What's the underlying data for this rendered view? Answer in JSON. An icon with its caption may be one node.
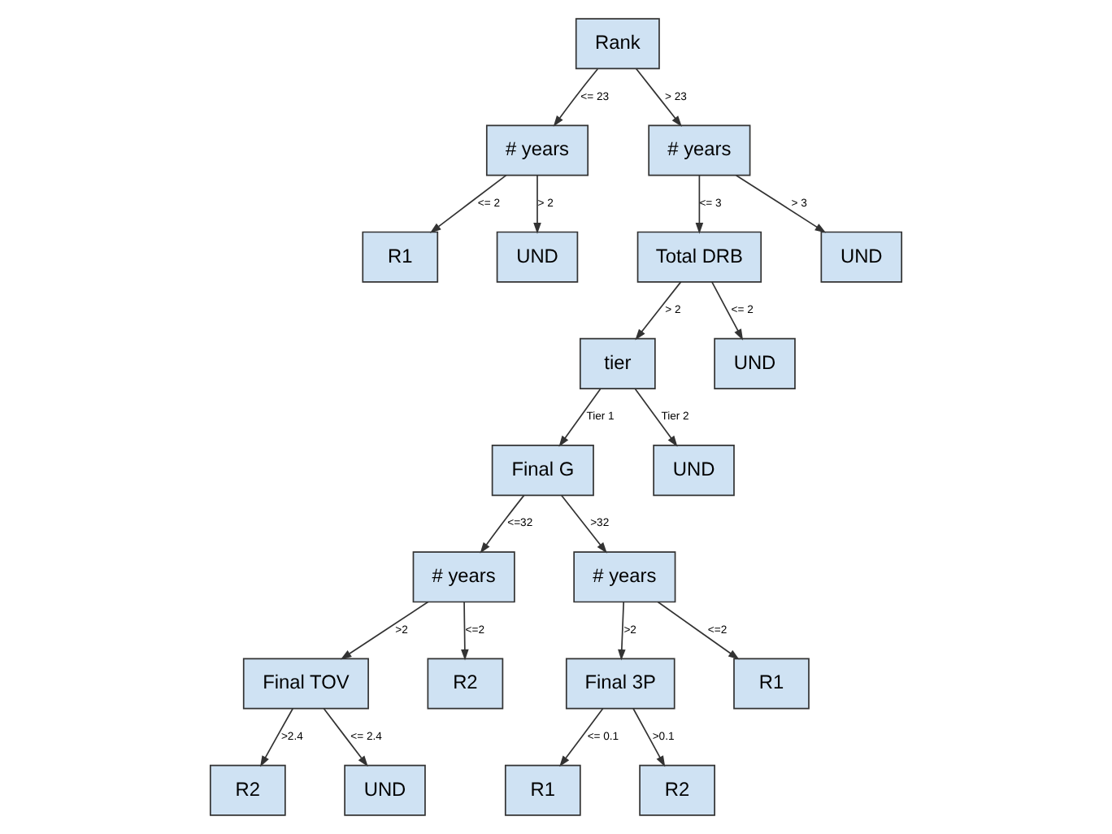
{
  "diagram": {
    "nodes": [
      {
        "text": [
          "Rank"
        ]
      },
      {
        "text": [
          "# years"
        ]
      },
      {
        "text": [
          "# years"
        ]
      },
      {
        "text": [
          "R1"
        ]
      },
      {
        "text": [
          "UND"
        ]
      },
      {
        "text": [
          "Total DRB"
        ]
      },
      {
        "text": [
          "UND"
        ]
      },
      {
        "text": [
          "tier"
        ]
      },
      {
        "text": [
          "UND"
        ]
      },
      {
        "text": [
          "Final G"
        ]
      },
      {
        "text": [
          "UND"
        ]
      },
      {
        "text": [
          "# years"
        ]
      },
      {
        "text": [
          "# years"
        ]
      },
      {
        "text": [
          "Final TOV"
        ]
      },
      {
        "text": [
          "R2"
        ]
      },
      {
        "text": [
          "Final 3P"
        ]
      },
      {
        "text": [
          "R1"
        ]
      },
      {
        "text": [
          "R2"
        ]
      },
      {
        "text": [
          "UND"
        ]
      },
      {
        "text": [
          "R1"
        ]
      },
      {
        "text": [
          "R2"
        ]
      }
    ],
    "edges": [
      {
        "from": 0,
        "to": 1,
        "arrow": "to",
        "label": "<= 23"
      },
      {
        "from": 0,
        "to": 2,
        "arrow": "to",
        "label": "> 23"
      },
      {
        "from": 1,
        "to": 3,
        "arrow": "to",
        "label": "<= 2"
      },
      {
        "from": 1,
        "to": 4,
        "arrow": "to",
        "label": "> 2"
      },
      {
        "from": 2,
        "to": 5,
        "arrow": "to",
        "label": "<= 3"
      },
      {
        "from": 2,
        "to": 6,
        "arrow": "to",
        "label": "> 3"
      },
      {
        "from": 5,
        "to": 7,
        "arrow": "to",
        "label": "> 2"
      },
      {
        "from": 5,
        "to": 8,
        "arrow": "to",
        "label": "<= 2"
      },
      {
        "from": 7,
        "to": 9,
        "arrow": "to",
        "label": "Tier 1"
      },
      {
        "from": 7,
        "to": 10,
        "arrow": "to",
        "label": "Tier 2"
      },
      {
        "from": 9,
        "to": 11,
        "arrow": "to",
        "label": "<=32"
      },
      {
        "from": 9,
        "to": 12,
        "arrow": "to",
        "label": ">32"
      },
      {
        "from": 11,
        "to": 13,
        "arrow": "to",
        "label": ">2"
      },
      {
        "from": 11,
        "to": 14,
        "arrow": "to",
        "label": "<=2"
      },
      {
        "from": 12,
        "to": 15,
        "arrow": "to",
        "label": ">2"
      },
      {
        "from": 12,
        "to": 16,
        "arrow": "to",
        "label": "<=2"
      },
      {
        "from": 13,
        "to": 17,
        "arrow": "to",
        "label": ">2.4"
      },
      {
        "from": 13,
        "to": 18,
        "arrow": "to",
        "label": "<= 2.4"
      },
      {
        "from": 15,
        "to": 19,
        "arrow": "to",
        "label": "<= 0.1"
      },
      {
        "from": 15,
        "to": 20,
        "arrow": "to",
        "label": ">0.1"
      }
    ]
  }
}
